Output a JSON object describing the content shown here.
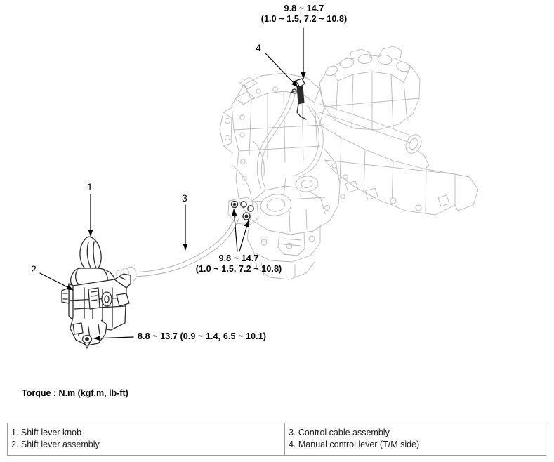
{
  "diagram": {
    "title_note": "Automatic transaxle shift lever and control cable assembly exploded view",
    "torque_units_line": "Torque : N.m (kgf.m, lb-ft)",
    "torque_callouts": [
      {
        "id": "torque-manual-control-lever",
        "line1": "9.8 ~ 14.7",
        "line2": "(1.0 ~ 1.5, 7.2 ~ 10.8)"
      },
      {
        "id": "torque-cable-bracket",
        "line1": "9.8 ~ 14.7",
        "line2": "(1.0 ~ 1.5, 7.2 ~ 10.8)"
      },
      {
        "id": "torque-shift-lever-mount",
        "line1": "8.8 ~ 13.7 (0.9 ~ 1.4, 6.5 ~ 10.1)"
      }
    ],
    "callout_numbers": [
      {
        "id": "callout-1",
        "label": "1"
      },
      {
        "id": "callout-2",
        "label": "2"
      },
      {
        "id": "callout-3",
        "label": "3"
      },
      {
        "id": "callout-4",
        "label": "4"
      }
    ],
    "legend": {
      "left_column": [
        "1. Shift lever knob",
        "2. Shift lever assembly"
      ],
      "right_column": [
        "3. Control cable assembly",
        "4. Manual control lever (T/M side)"
      ]
    },
    "colors": {
      "line_art": "#b9b9bd",
      "line_art_dark": "#3a3a3a",
      "text": "#000000",
      "table_border": "#9a9a9a",
      "background": "#ffffff"
    }
  }
}
